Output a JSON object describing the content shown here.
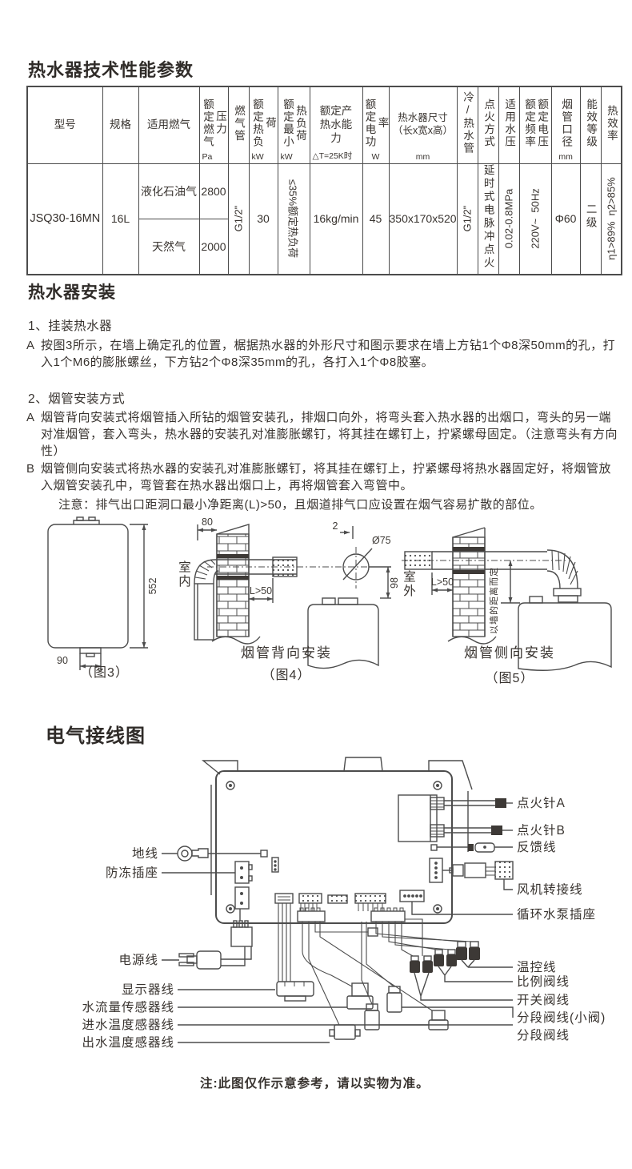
{
  "page": {
    "spec_title": "热水器技术性能参数",
    "install_title": "热水器安装",
    "wiring_title": "电气接线图",
    "wiring_note": "注:此图仅作示意参考，请以实物为准。"
  },
  "spec_table": {
    "h_model": "型号",
    "h_spec": "规格",
    "h_gas_type": "适用燃气",
    "h_gas_pressure": "额定燃气压力",
    "u_gas_pressure": "Pa",
    "h_gas_pipe": "燃气管",
    "h_heat_load": "额定热负荷",
    "u_heat_load": "kW",
    "h_min_heat_load": "额定最小热负荷",
    "u_min_heat_load": "kW",
    "h_capacity": "额定产热水能力",
    "u_capacity": "△T=25K时",
    "h_power": "额定电功率",
    "u_power": "W",
    "h_size": "热水器尺寸（长x宽x高）",
    "u_size": "mm",
    "h_water_pipe": "冷/热水管",
    "h_ignition": "点火方式",
    "h_water_pressure": "适用水压",
    "h_freq_volt": "额定频率额定电压",
    "h_flue": "烟管口径",
    "u_flue": "mm",
    "h_energy": "能效等级",
    "h_eff": "热效率",
    "model": "JSQ30-16MN",
    "spec": "16L",
    "gas1": "液化石油气",
    "gas1_pressure": "2800",
    "gas2": "天然气",
    "gas2_pressure": "2000",
    "gas_pipe": "G1/2\"",
    "heat_load": "30",
    "min_heat_load": "≤35%额定热负荷",
    "capacity": "16kg/min",
    "power": "45",
    "size": "350x170x520",
    "water_pipe": "G1/2\"",
    "ignition": "延时式电脉冲点火",
    "water_pressure": "0.02-0.8MPa",
    "freq_volt": "220V~  50Hz",
    "flue": "Φ60",
    "energy": "二级",
    "eff": "η1>89%  η2>85%"
  },
  "install": {
    "sub1_title": "1、挂装热水器",
    "sub1_a_marker": "A",
    "sub1_a": "按图3所示，在墙上确定孔的位置，椐据热水器的外形尺寸和图示要求在墙上方钻1个Φ8深50mm的孔，打入1个M6的膨胀螺丝，下方钻2个Φ8深35mm的孔，各打入1个Φ8胶塞。",
    "sub2_title": "2、烟管安装方式",
    "sub2_a_marker": "A",
    "sub2_a": "烟管背向安装式将烟管插入所钻的烟管安装孔，排烟口向外，将弯头套入热水器的出烟口，弯头的另一端对准烟管，套入弯头，热水器的安装孔对准膨胀螺钉，将其挂在螺钉上，拧紧螺母固定。（注意弯头有方向性）",
    "sub2_b_marker": "B",
    "sub2_b": "烟管侧向安装式将热水器的安装孔对准膨胀螺钉，将其挂在螺钉上，拧紧螺母将热水器固定好，将烟管放入烟管安装孔中，弯管套在热水器出烟口上，再将烟管套入弯管中。",
    "notice": "注意：排气出口距洞口最小净距离(L)>50，且烟道排气口应设置在烟气容易扩散的部位。"
  },
  "figures": {
    "fig3_caption": "（图3）",
    "fig3_h": "552",
    "fig3_w": "90",
    "fig4_title": "烟管背向安装",
    "fig4_caption": "（图4）",
    "fig4_d80": "80",
    "fig4_d2": "2",
    "fig4_d75": "Ø75",
    "fig4_d98": "98",
    "fig4_l50": "L>50",
    "fig4_indoor": "室内",
    "fig5_title": "烟管侧向安装",
    "fig5_caption": "（图5）",
    "fig5_l50": "L>50",
    "fig5_outdoor": "室外",
    "fig5_wallnote": "以墙的距离而定"
  },
  "wiring": {
    "ground": "地线",
    "antifreeze": "防冻插座",
    "power": "电源线",
    "display": "显示器线",
    "flow_sensor": "水流量传感器线",
    "inlet_temp": "进水温度感器线",
    "outlet_temp": "出水温度感器线",
    "igniter_a": "点火针A",
    "igniter_b": "点火针B",
    "feedback": "反馈线",
    "fan_adapter": "风机转接线",
    "pump_socket": "循环水泵插座",
    "temp_ctrl": "温控线",
    "prop_valve": "比例阀线",
    "switch_valve": "开关阀线",
    "seg_valve_small": "分段阀线(小阀)",
    "seg_valve": "分段阀线"
  }
}
